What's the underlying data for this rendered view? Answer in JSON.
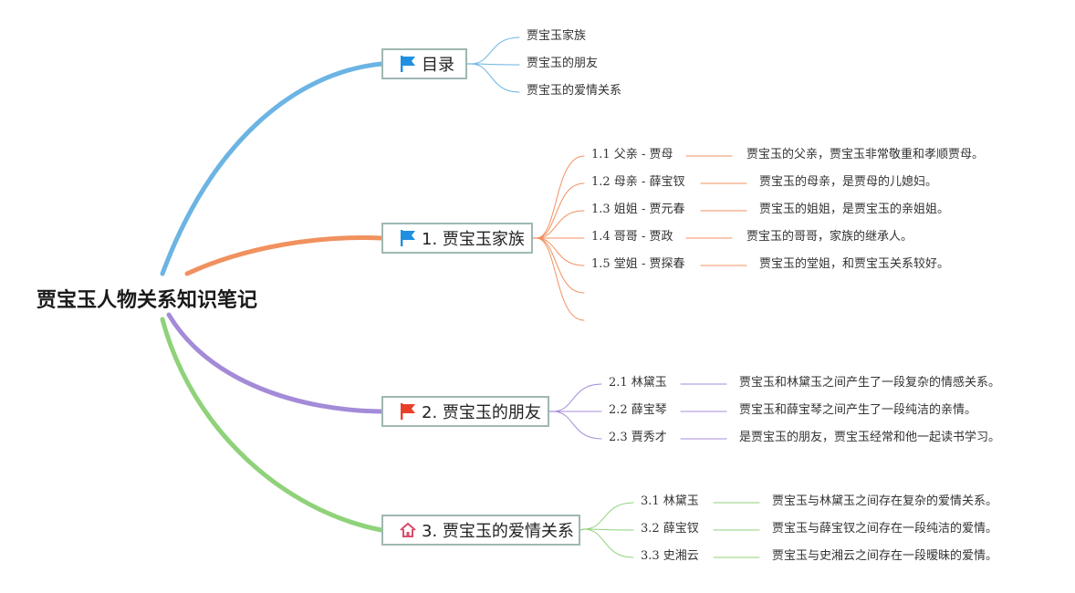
{
  "root": {
    "title": "贾宝玉人物关系知识笔记"
  },
  "colors": {
    "toc": "#6bb4e3",
    "family": "#f0915f",
    "friends": "#a48bd8",
    "love": "#8fd27a",
    "node_border": "#9fb7b3"
  },
  "branches": [
    {
      "label": "目录",
      "icon": "blue-flag-icon",
      "items": [
        {
          "label": "贾宝玉家族",
          "desc": ""
        },
        {
          "label": "贾宝玉的朋友",
          "desc": ""
        },
        {
          "label": "贾宝玉的爱情关系",
          "desc": ""
        }
      ]
    },
    {
      "label": "1. 贾宝玉家族",
      "icon": "blue-flag-icon",
      "items": [
        {
          "label": "1.1 父亲 - 贾母",
          "desc": "贾宝玉的父亲，贾宝玉非常敬重和孝顺贾母。"
        },
        {
          "label": "1.2 母亲 - 薛宝钗",
          "desc": "贾宝玉的母亲，是贾母的儿媳妇。"
        },
        {
          "label": "1.3 姐姐 - 贾元春",
          "desc": "贾宝玉的姐姐，是贾宝玉的亲姐姐。"
        },
        {
          "label": "1.4 哥哥 - 贾政",
          "desc": "贾宝玉的哥哥，家族的继承人。"
        },
        {
          "label": "1.5 堂姐 - 贾探春",
          "desc": "贾宝玉的堂姐，和贾宝玉关系较好。"
        }
      ]
    },
    {
      "label": "2. 贾宝玉的朋友",
      "icon": "red-flag-icon",
      "items": [
        {
          "label": "2.1 林黛玉",
          "desc": "贾宝玉和林黛玉之间产生了一段复杂的情感关系。"
        },
        {
          "label": "2.2 薛宝琴",
          "desc": "贾宝玉和薛宝琴之间产生了一段纯洁的亲情。"
        },
        {
          "label": "2.3 賈秀才",
          "desc": "是贾宝玉的朋友，贾宝玉经常和他一起读书学习。"
        }
      ]
    },
    {
      "label": "3. 贾宝玉的爱情关系",
      "icon": "home-icon",
      "items": [
        {
          "label": "3.1 林黛玉",
          "desc": "贾宝玉与林黛玉之间存在复杂的爱情关系。"
        },
        {
          "label": "3.2 薛宝钗",
          "desc": "贾宝玉与薛宝钗之间存在一段纯洁的爱情。"
        },
        {
          "label": "3.3 史湘云",
          "desc": "贾宝玉与史湘云之间存在一段暧昧的爱情。"
        }
      ]
    }
  ]
}
